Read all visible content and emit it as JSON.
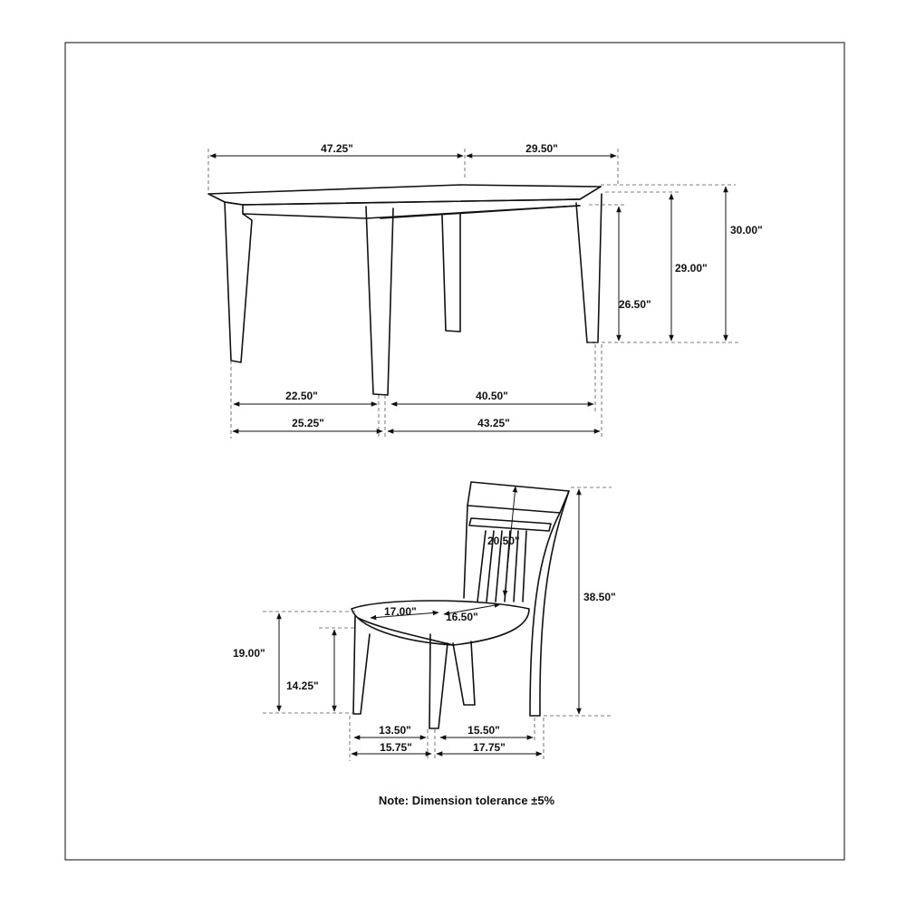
{
  "table": {
    "length_top": "47.25\"",
    "width_top": "29.50\"",
    "height_overall": "30.00\"",
    "height_apron_top": "29.00\"",
    "height_apron_bottom": "26.50\"",
    "leg_span_side_inner": "22.50\"",
    "leg_span_front_inner": "40.50\"",
    "leg_span_side_outer": "25.25\"",
    "leg_span_front_outer": "43.25\""
  },
  "chair": {
    "back_height": "20.50\"",
    "overall_height": "38.50\"",
    "seat_width": "17.00\"",
    "seat_depth": "16.50\"",
    "seat_height": "19.00\"",
    "stretcher_height": "14.25\"",
    "leg_span_side_inner": "13.50\"",
    "leg_span_front_inner": "15.50\"",
    "leg_span_side_outer": "15.75\"",
    "leg_span_front_outer": "17.75\""
  },
  "note": "Note: Dimension tolerance ±5%"
}
